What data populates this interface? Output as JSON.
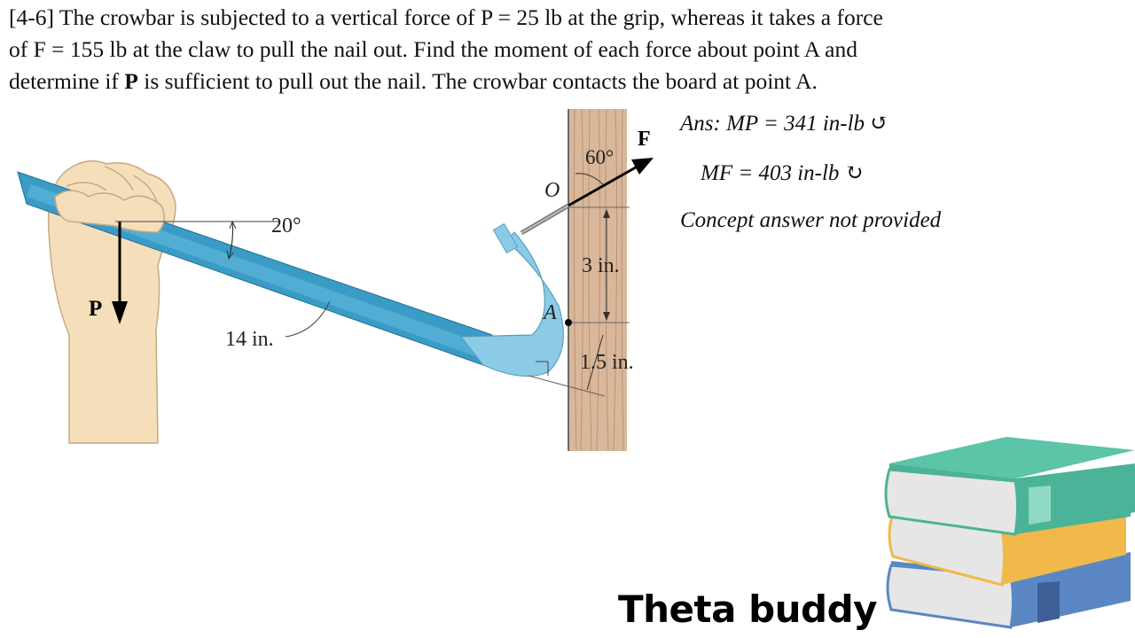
{
  "problem": {
    "line1": "[4-6] The crowbar is subjected to a vertical force of P = 25 lb at the grip, whereas it takes a force",
    "line2": "of F = 155 lb at the claw to pull the nail out. Find the moment of each force about point A and",
    "line3_a": "determine if ",
    "line3_bold": "P",
    "line3_b": " is sufficient to pull out the nail. The crowbar contacts the board at point A."
  },
  "diagram": {
    "force_p_label": "P",
    "force_f_label": "F",
    "angle_bar": "20°",
    "angle_nail": "60°",
    "point_o": "O",
    "point_a": "A",
    "len_bar": "14 in.",
    "len_vert": "3 in.",
    "len_perp": "1.5 in."
  },
  "answers": {
    "mp": "Ans: MP = 341 in-lb ↺",
    "mf": "MF = 403 in-lb ↻",
    "concept": "Concept answer not provided"
  },
  "brand": "Theta buddy",
  "colors": {
    "bar": "#3a9bc6",
    "bar_light": "#8ccbe6",
    "wood": "#d9b79a",
    "hand": "#f5dfba",
    "book_top": "#4bb397",
    "book_mid": "#f0b94a",
    "book_bottom": "#5a87c3"
  }
}
